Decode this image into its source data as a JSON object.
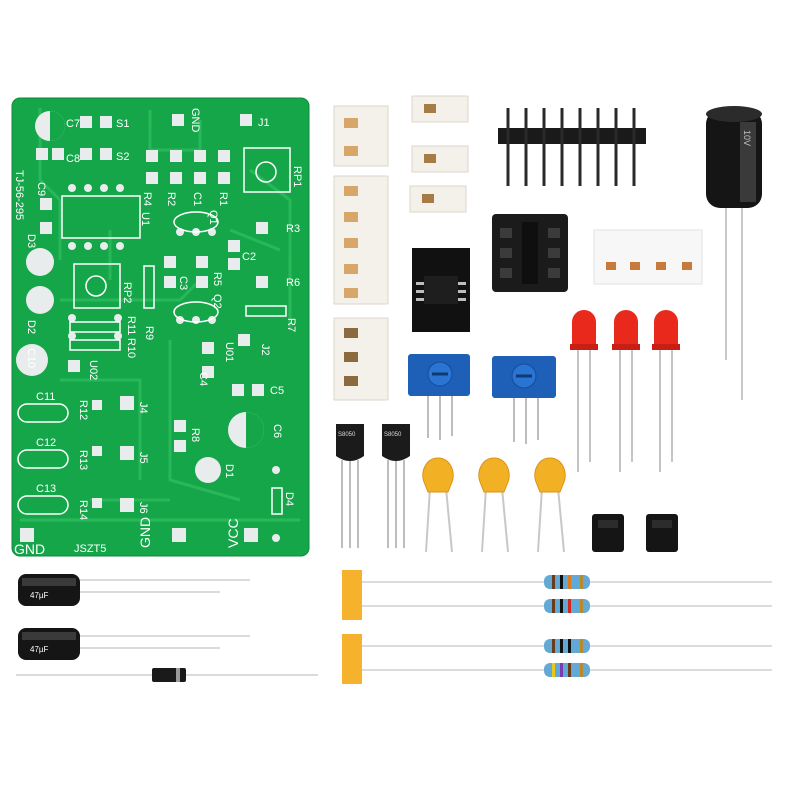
{
  "pcb": {
    "board_code": "TJ-56-295",
    "brand_mark": "JSZT5",
    "pad_labels": {
      "gnd_top": "GND",
      "gnd_left": "GND",
      "gnd_right": "GND",
      "vcc": "VCC",
      "c7": "C7",
      "c8": "C8",
      "s1": "S1",
      "s2": "S2",
      "j1": "J1",
      "rp1": "RP1",
      "c9": "C9",
      "u1": "U1",
      "r4": "R4",
      "r2": "R2",
      "c1": "C1",
      "r1": "R1",
      "q1": "Q1",
      "r3": "R3",
      "d3": "D3",
      "c2": "C2",
      "c3": "C3",
      "r5": "R5",
      "r6": "R6",
      "rp2": "RP2",
      "q2": "Q2",
      "r7": "R7",
      "d2": "D2",
      "r11": "R11",
      "r10": "R10",
      "r9": "R9",
      "j2": "J2",
      "c10": "C10",
      "u02": "U02",
      "u01": "U01",
      "c4": "C4",
      "c5": "C5",
      "c11": "C11",
      "r12": "R12",
      "j4": "J4",
      "c12": "C12",
      "r13": "R13",
      "j5": "J5",
      "r8": "R8",
      "c6": "C6",
      "d1": "D1",
      "c13": "C13",
      "r14": "R14",
      "j6": "J6",
      "d4": "D4"
    }
  },
  "components": {
    "transistor_marking_1": "S8050",
    "transistor_marking_2": "S8050",
    "electrolytic_marking_1": "47µF",
    "electrolytic_marking_2": "47µF",
    "big_capacitor_marking": "10V"
  },
  "colors": {
    "pcb_green": "#16a64a",
    "trace_green": "#2bbb5b",
    "pad": "#e9ecec",
    "led_red": "#e8291c",
    "trimmer_blue": "#1e5fb8",
    "ceramic_cap_yellow": "#f2b024",
    "resistor_blue": "#63a9d6",
    "tape_orange": "#f6b12d"
  }
}
